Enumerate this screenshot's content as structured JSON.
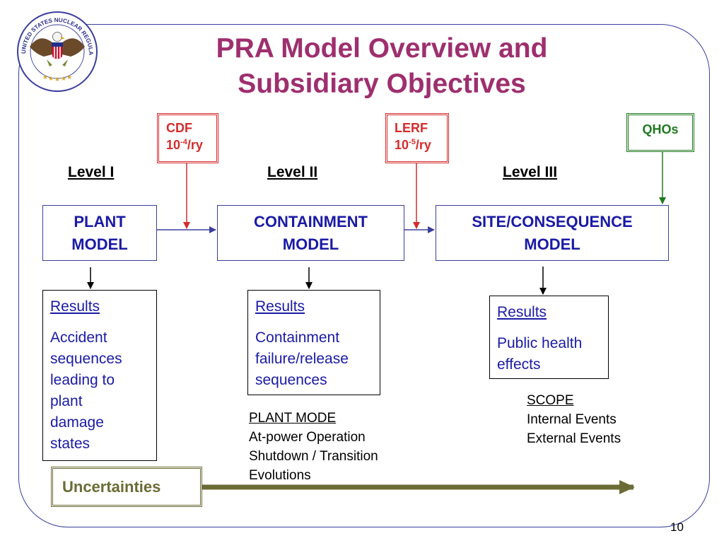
{
  "title_line1": "PRA Model Overview and",
  "title_line2": "Subsidiary Objectives",
  "seal": {
    "text": "UNITED STATES NUCLEAR REGULATORY COMMISSION"
  },
  "metrics": {
    "cdf": {
      "label": "CDF",
      "base": "10",
      "exp": "-4",
      "unit": "/ry"
    },
    "lerf": {
      "label": "LERF",
      "base": "10",
      "exp": "-5",
      "unit": "/ry"
    },
    "qhos": {
      "label": "QHOs"
    }
  },
  "levels": {
    "l1": "Level I",
    "l2": "Level II",
    "l3": "Level III"
  },
  "models": {
    "plant": {
      "line1": "PLANT",
      "line2": "MODEL"
    },
    "containment": {
      "line1": "CONTAINMENT",
      "line2": "MODEL"
    },
    "site": {
      "line1": "SITE/CONSEQUENCE",
      "line2": "MODEL"
    }
  },
  "results": {
    "plant": {
      "heading": "Results",
      "lines": [
        "Accident",
        "sequences",
        "leading to",
        "plant",
        "damage",
        "states"
      ]
    },
    "containment": {
      "heading": "Results",
      "lines": [
        "Containment",
        "failure/release",
        "sequences"
      ]
    },
    "site": {
      "heading": "Results",
      "lines": [
        "Public health",
        "effects"
      ]
    }
  },
  "plant_mode": {
    "heading": "PLANT MODE",
    "lines": [
      "At-power Operation",
      "Shutdown / Transition",
      "Evolutions"
    ]
  },
  "scope": {
    "heading": "SCOPE",
    "lines": [
      "Internal Events",
      "External Events"
    ]
  },
  "uncertainties": "Uncertainties",
  "page_number": "10",
  "colors": {
    "title": "#9e2f6e",
    "model_text": "#1a1aa6",
    "frame": "#3b3f9e",
    "red": "#d62b2b",
    "green": "#1f7a1f",
    "olive": "#6b6b35"
  }
}
